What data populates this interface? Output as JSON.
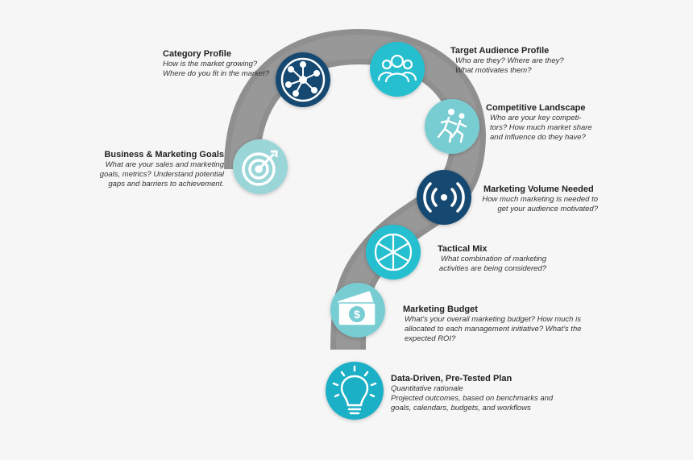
{
  "colors": {
    "background": "#f6f6f6",
    "path": "#8f8f8f",
    "dark_blue": "#154a72",
    "mid_blue": "#1f9ec0",
    "turquoise": "#27bfcf",
    "light_teal": "#78cdd3",
    "pale_teal": "#9ad6d8"
  },
  "items": [
    {
      "icon": "pie-chart-network-icon",
      "title": "Category Profile",
      "desc": "How is the market growing?\nWhere do you fit in the market?"
    },
    {
      "icon": "people-group-icon",
      "title": "Target Audience Profile",
      "desc": "Who are they? Where are they?\nWhat motivates them?"
    },
    {
      "icon": "running-people-icon",
      "title": "Competitive Landscape",
      "desc": "Who are your key competi-\ntors? How much market  share\nand influence do they have?"
    },
    {
      "icon": "target-icon",
      "title": "Business & Marketing Goals",
      "desc": "What are your sales and marketing\ngoals, metrics? Understand potential\ngaps and barriers to achievement."
    },
    {
      "icon": "broadcast-icon",
      "title": "Marketing Volume Needed",
      "desc": "How much marketing is needed to\nget your audience motivated?"
    },
    {
      "icon": "pie-segments-icon",
      "title": "Tactical Mix",
      "desc": "What combination of marketing\nactivities are being considered?"
    },
    {
      "icon": "dollar-bill-icon",
      "title": "Marketing Budget",
      "desc": "What’s your overall marketing budget? How much is\nallocated to each management initiative? What’s the\nexpected ROI?"
    },
    {
      "icon": "lightbulb-icon",
      "title": "Data-Driven, Pre-Tested Plan",
      "desc": "Quantitative rationale\nProjected outcomes, based on benchmarks and\ngoals, calendars, budgets, and workflows"
    }
  ]
}
